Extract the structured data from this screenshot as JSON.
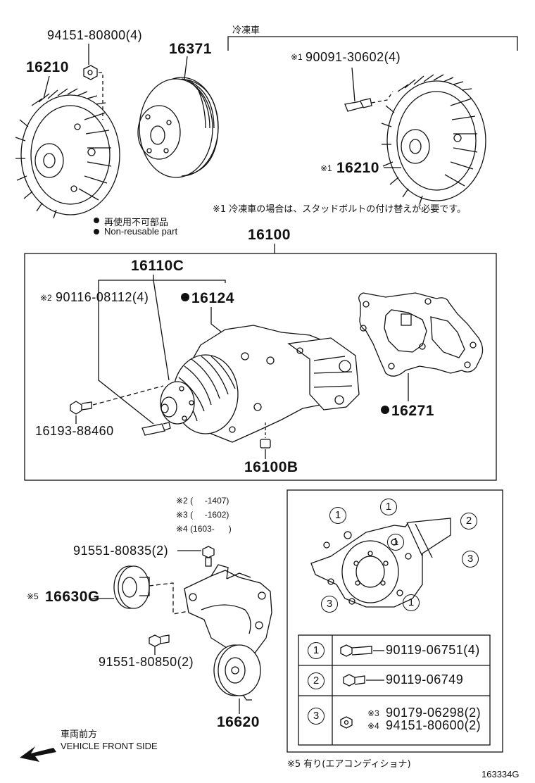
{
  "top": {
    "reefer_header": "冷凍車",
    "p_94151_80800": "94151-80800(4)",
    "p_16210": "16210",
    "p_16371": "16371",
    "p_90091_30602": "90091-30602(4)",
    "p_16210_b": "16210",
    "mark1": "※1",
    "note1": "※1 冷凍車の場合は、スタッドボルトの付け替えが必要です。",
    "nonreuse_jp": "再使用不可部品",
    "nonreuse_en": "Non-reusable part"
  },
  "pump": {
    "p_16100": "16100",
    "p_16110C": "16110C",
    "mark2": "※2",
    "p_90116_08112": "90116-08112(4)",
    "p_16124": "16124",
    "p_16271": "16271",
    "p_16193_88460": "16193-88460",
    "p_16100B": "16100B"
  },
  "notes": {
    "n2": "※2 (     -1407)",
    "n3": "※3 (     -1602)",
    "n4": "※4 (1603-      )"
  },
  "lower": {
    "p_91551_80835": "91551-80835(2)",
    "mark5": "※5",
    "p_16630G": "16630G",
    "p_91551_80850": "91551-80850(2)",
    "p_16620": "16620",
    "front_jp": "車両前方",
    "front_en": "VEHICLE FRONT SIDE"
  },
  "legend": {
    "c1": "1",
    "c2": "2",
    "c3": "3",
    "rows": [
      {
        "mark": "1",
        "part": "90119-06751(4)"
      },
      {
        "mark": "2",
        "part": "90119-06749"
      },
      {
        "mark": "3",
        "m3": "※3",
        "part3": "90179-06298(2)",
        "m4": "※4",
        "part4": "94151-80600(2)"
      }
    ],
    "note5": "※5 有り(エアコンディショナ)"
  },
  "illustration_id": "163334G"
}
